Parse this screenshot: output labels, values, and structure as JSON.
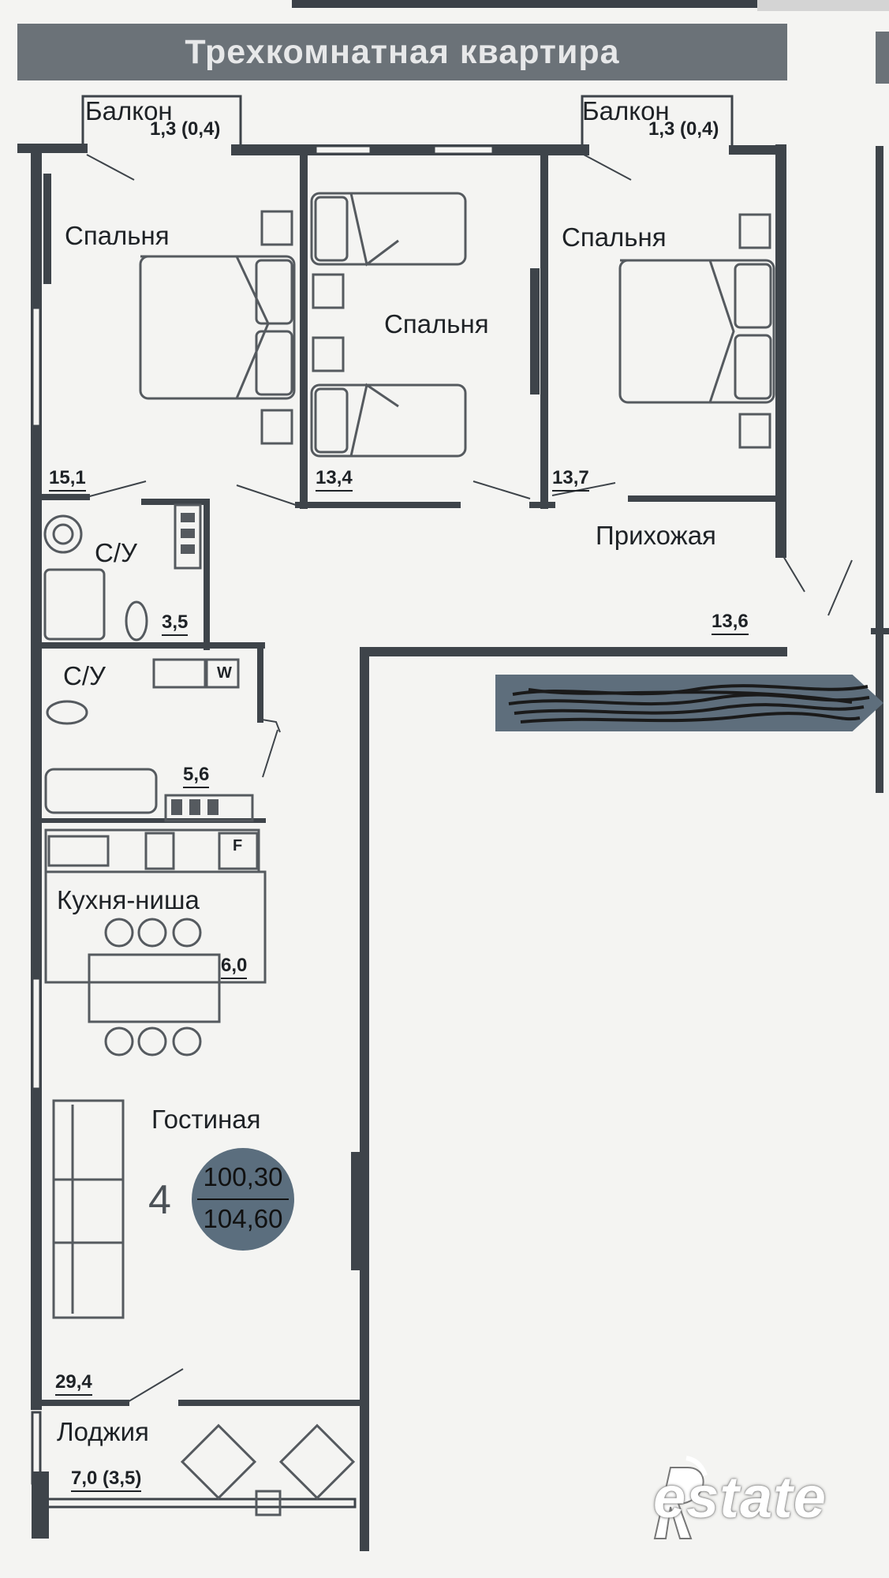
{
  "plan": {
    "title": "Трехкомнатная квартира",
    "rooms": [
      {
        "name": "Балкон",
        "area": "1,3 (0,4)"
      },
      {
        "name": "Балкон",
        "area": "1,3 (0,4)"
      },
      {
        "name": "Спальня",
        "area": "15,1"
      },
      {
        "name": "Спальня",
        "area": "13,4"
      },
      {
        "name": "Спальня",
        "area": "13,7"
      },
      {
        "name": "Прихожая",
        "area": "13,6"
      },
      {
        "name": "С/У",
        "area": "3,5"
      },
      {
        "name": "С/У",
        "area": "5,6"
      },
      {
        "name": "Кухня-ниша",
        "area": "6,0"
      },
      {
        "name": "Гостиная",
        "area": "29,4"
      },
      {
        "name": "Лоджия",
        "area": "7,0 (3,5)"
      }
    ],
    "appliance_labels": {
      "washer": "W",
      "fridge": "F"
    },
    "badge": {
      "rooms": "4",
      "living_area": "100,30",
      "total_area": "104,60",
      "color": "#5b6e7e"
    }
  },
  "watermark": {
    "text": "estate",
    "initial": "R"
  },
  "colors": {
    "wall": "#3e444a",
    "title_bar": "#6b7278",
    "furniture": "#555a5f",
    "paper": "#f4f4f2"
  }
}
